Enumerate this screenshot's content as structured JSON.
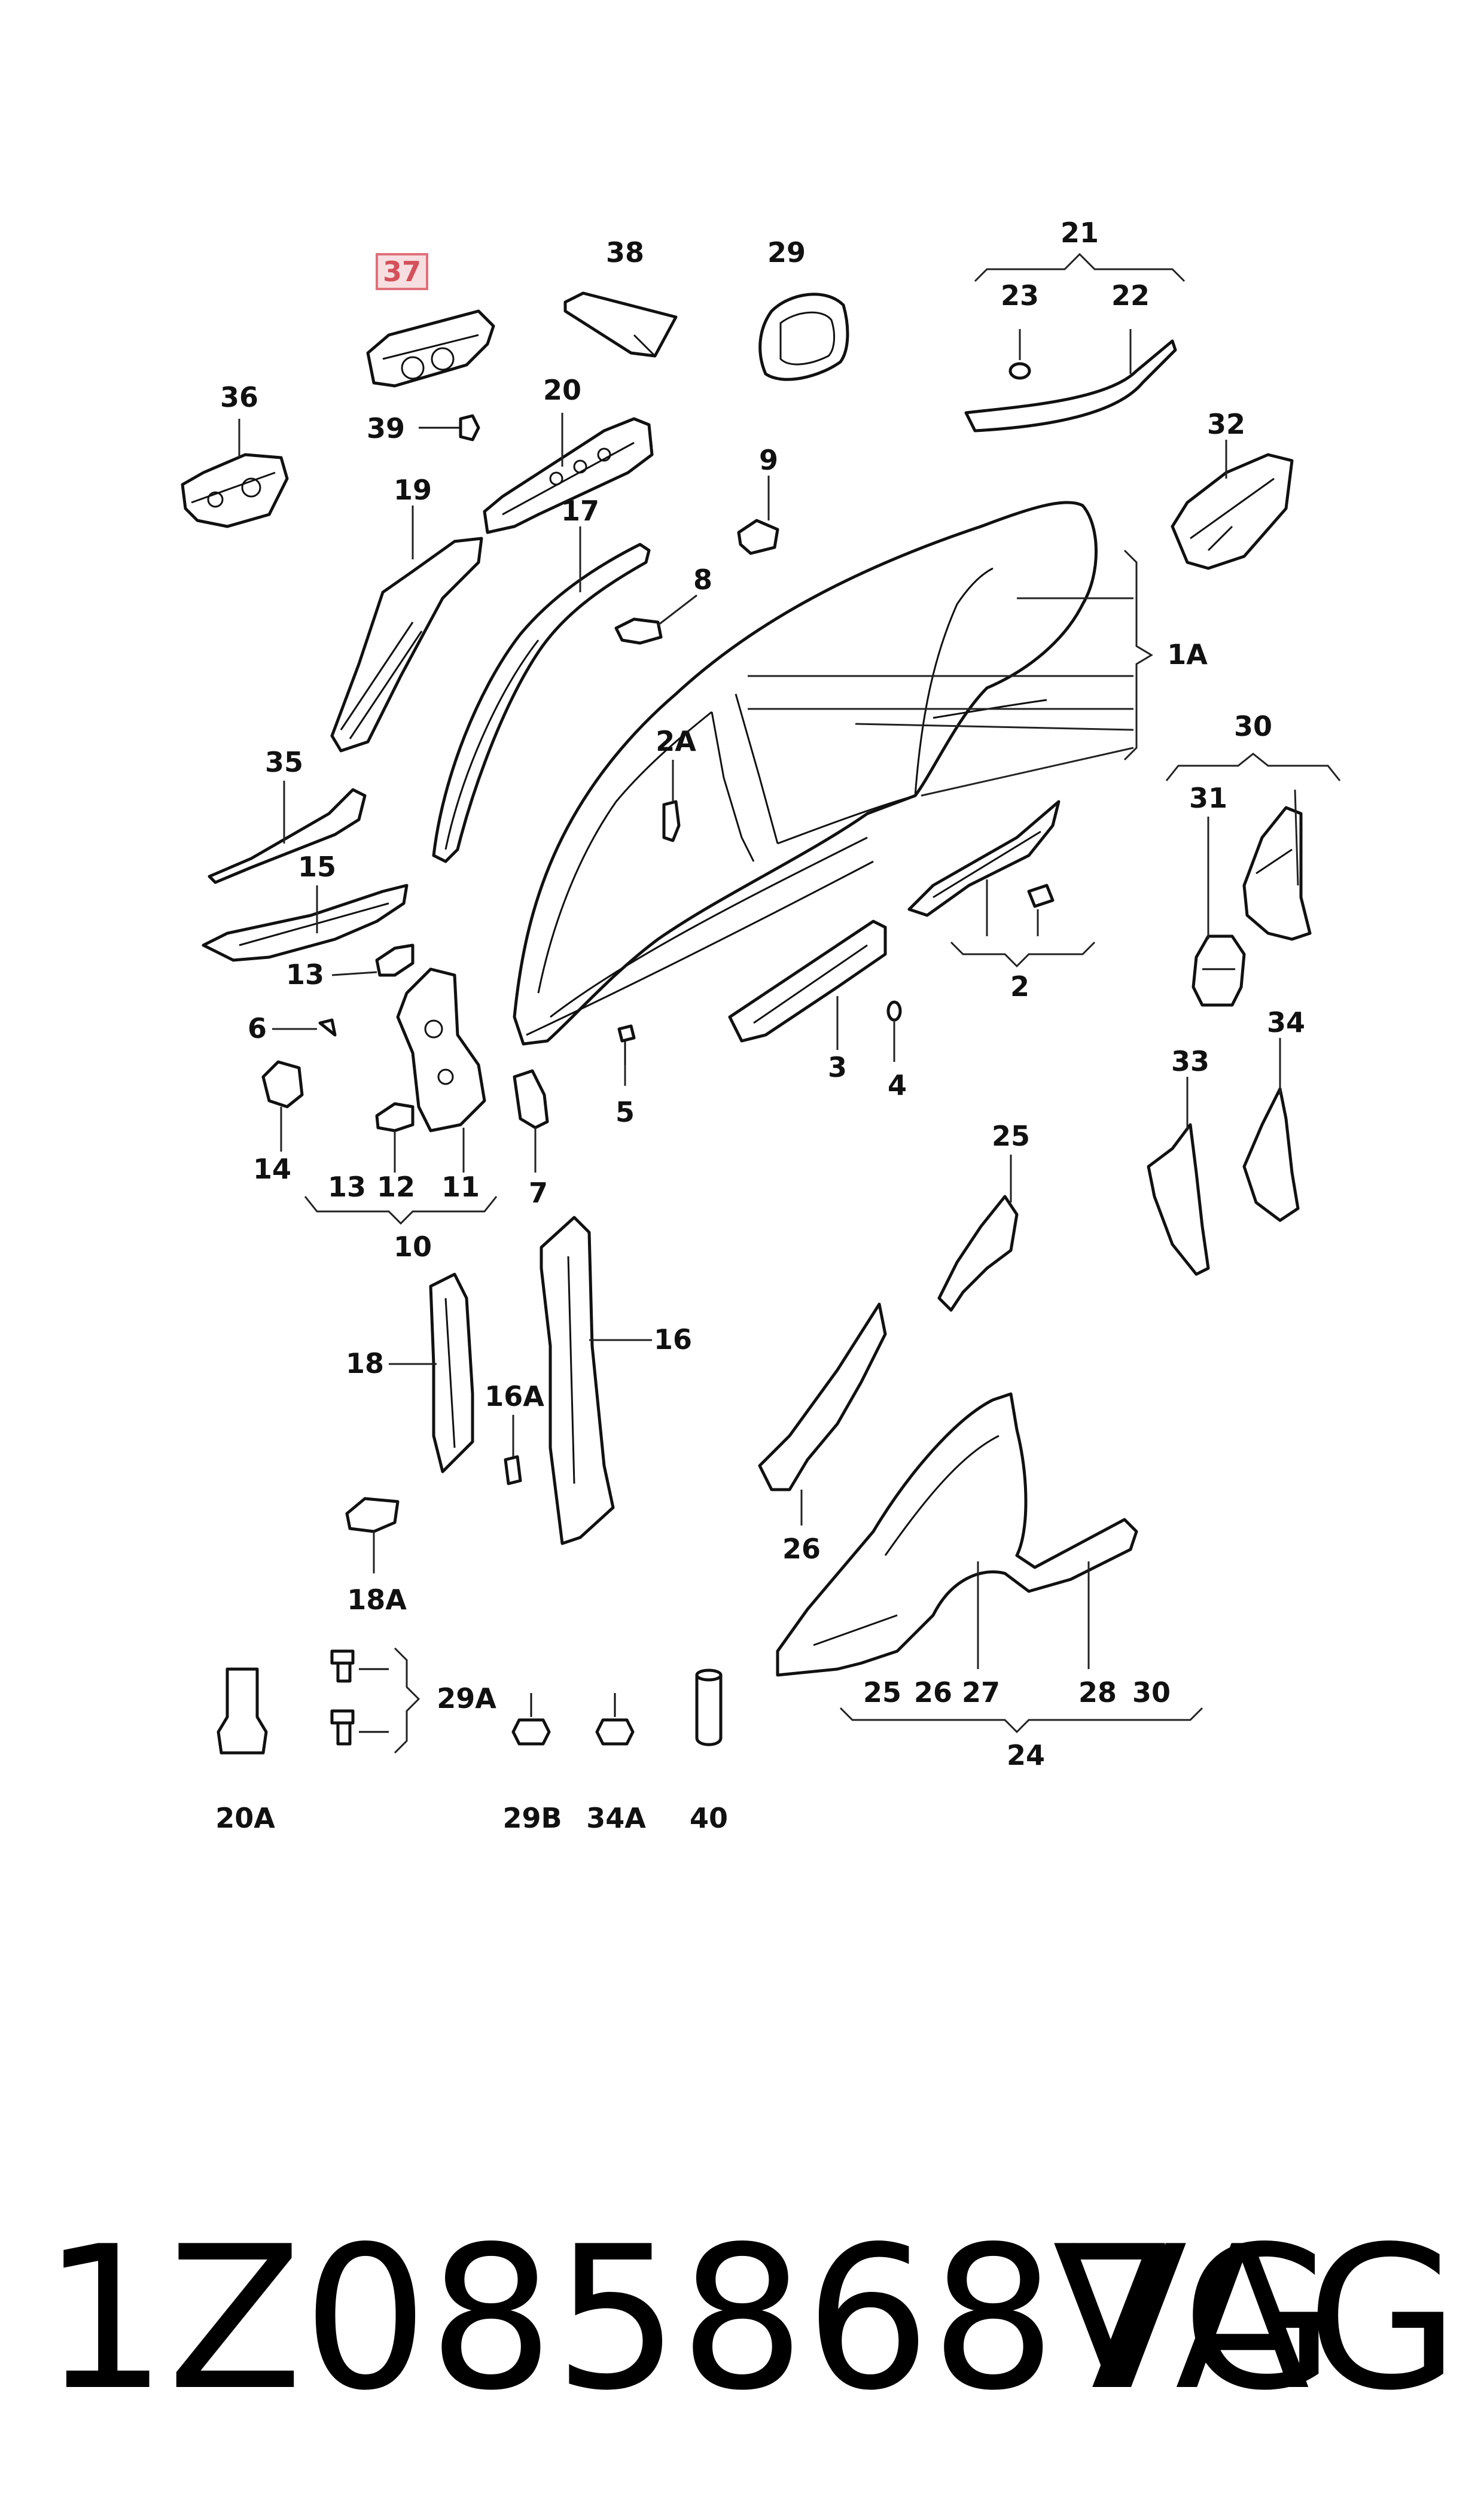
{
  "diagram": {
    "highlight_color": "#d4505a",
    "callouts": [
      {
        "id": "c37",
        "text": "37",
        "highlight": true
      },
      {
        "id": "c38",
        "text": "38"
      },
      {
        "id": "c29",
        "text": "29"
      },
      {
        "id": "c21",
        "text": "21"
      },
      {
        "id": "c23",
        "text": "23"
      },
      {
        "id": "c22",
        "text": "22"
      },
      {
        "id": "c36",
        "text": "36"
      },
      {
        "id": "c20",
        "text": "20"
      },
      {
        "id": "c39",
        "text": "39"
      },
      {
        "id": "c32",
        "text": "32"
      },
      {
        "id": "c9",
        "text": "9"
      },
      {
        "id": "c19",
        "text": "19"
      },
      {
        "id": "c17",
        "text": "17"
      },
      {
        "id": "c8",
        "text": "8"
      },
      {
        "id": "c1A",
        "text": "1A"
      },
      {
        "id": "c2A",
        "text": "2A"
      },
      {
        "id": "c30a",
        "text": "30"
      },
      {
        "id": "c35",
        "text": "35"
      },
      {
        "id": "c31",
        "text": "31"
      },
      {
        "id": "c15",
        "text": "15"
      },
      {
        "id": "c2",
        "text": "2"
      },
      {
        "id": "c13a",
        "text": "13"
      },
      {
        "id": "c6",
        "text": "6"
      },
      {
        "id": "c3",
        "text": "3"
      },
      {
        "id": "c4",
        "text": "4"
      },
      {
        "id": "c34",
        "text": "34"
      },
      {
        "id": "c33",
        "text": "33"
      },
      {
        "id": "c5",
        "text": "5"
      },
      {
        "id": "c14",
        "text": "14"
      },
      {
        "id": "c13b",
        "text": "13"
      },
      {
        "id": "c12",
        "text": "12"
      },
      {
        "id": "c11",
        "text": "11"
      },
      {
        "id": "c7",
        "text": "7"
      },
      {
        "id": "c10",
        "text": "10"
      },
      {
        "id": "c25a",
        "text": "25"
      },
      {
        "id": "c16",
        "text": "16"
      },
      {
        "id": "c18",
        "text": "18"
      },
      {
        "id": "c16A",
        "text": "16A"
      },
      {
        "id": "c26a",
        "text": "26"
      },
      {
        "id": "c18A",
        "text": "18A"
      },
      {
        "id": "c29A",
        "text": "29A"
      },
      {
        "id": "c25b",
        "text": "25"
      },
      {
        "id": "c26b",
        "text": "26"
      },
      {
        "id": "c27",
        "text": "27"
      },
      {
        "id": "c28",
        "text": "28"
      },
      {
        "id": "c30b",
        "text": "30"
      },
      {
        "id": "c24",
        "text": "24"
      },
      {
        "id": "c20A",
        "text": "20A"
      },
      {
        "id": "c29B",
        "text": "29B"
      },
      {
        "id": "c34A",
        "text": "34A"
      },
      {
        "id": "c40",
        "text": "40"
      }
    ]
  },
  "footer": {
    "part_number": "1Z0858687G",
    "brand": "VAG"
  }
}
